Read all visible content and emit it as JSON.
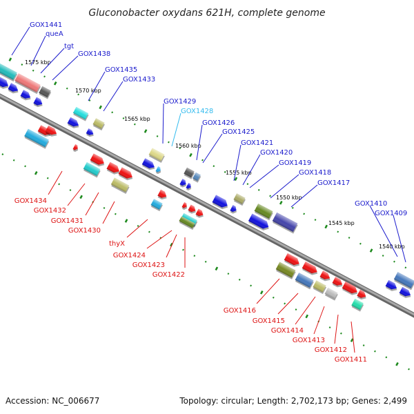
{
  "title": "Gluconobacter oxydans 621H, complete genome",
  "footer": {
    "accession": "Accession: NC_006677",
    "summary": "Topology: circular; Length: 2,702,173 bp; Genes: 2,499"
  },
  "colors": {
    "label_forward": "#1a1acc",
    "label_reverse": "#dd1111",
    "label_highlight": "#33bbee",
    "backbone": "#888888",
    "tick": "#1e8a1e"
  },
  "scale_labels": [
    "1575 kbp",
    "1570 kbp",
    "1565 kbp",
    "1560 kbp",
    "1555 kbp",
    "1550 kbp",
    "1545 kbp",
    "1540 kbp"
  ],
  "gene_labels": {
    "forward": [
      "GOX1441",
      "queA",
      "tgt",
      "GOX1438",
      "GOX1435",
      "GOX1433",
      "GOX1429",
      "GOX1428",
      "GOX1426",
      "GOX1425",
      "GOX1421",
      "GOX1420",
      "GOX1419",
      "GOX1418",
      "GOX1417",
      "GOX1410",
      "GOX1409"
    ],
    "reverse": [
      "GOX1434",
      "GOX1432",
      "GOX1431",
      "GOX1430",
      "thyX",
      "GOX1424",
      "GOX1423",
      "GOX1422",
      "GOX1416",
      "GOX1415",
      "GOX1414",
      "GOX1413",
      "GOX1412",
      "GOX1411"
    ]
  }
}
